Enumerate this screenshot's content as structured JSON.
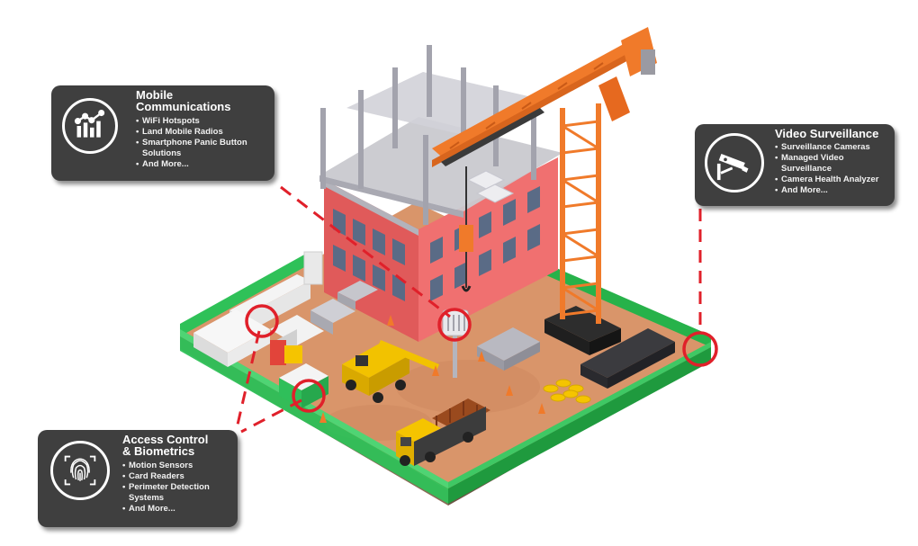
{
  "callouts": {
    "mobile": {
      "title_line1": "Mobile",
      "title_line2": "Communications",
      "items": [
        "WiFi Hotspots",
        "Land Mobile Radios",
        "Smartphone Panic Button Solutions",
        "And More..."
      ],
      "icon": "chart-icon"
    },
    "video": {
      "title": "Video Surveillance",
      "items": [
        "Surveillance Cameras",
        "Managed Video Surveillance",
        "Camera Health Analyzer",
        "And More..."
      ],
      "icon": "security-camera-icon"
    },
    "access": {
      "title_line1": "Access Control",
      "title_line2": "& Biometrics",
      "items": [
        "Motion Sensors",
        "Card Readers",
        "Perimeter Detection Systems",
        "And More..."
      ],
      "icon": "fingerprint-icon"
    }
  },
  "colors": {
    "callout_bg": "#3f3f3f",
    "connector_red": "#e0202a",
    "fence_green": "#27b24a",
    "ground": "#d9956a",
    "crane_orange": "#f07a2a",
    "building_red": "#e05a5a",
    "concrete": "#bdbdc4"
  }
}
